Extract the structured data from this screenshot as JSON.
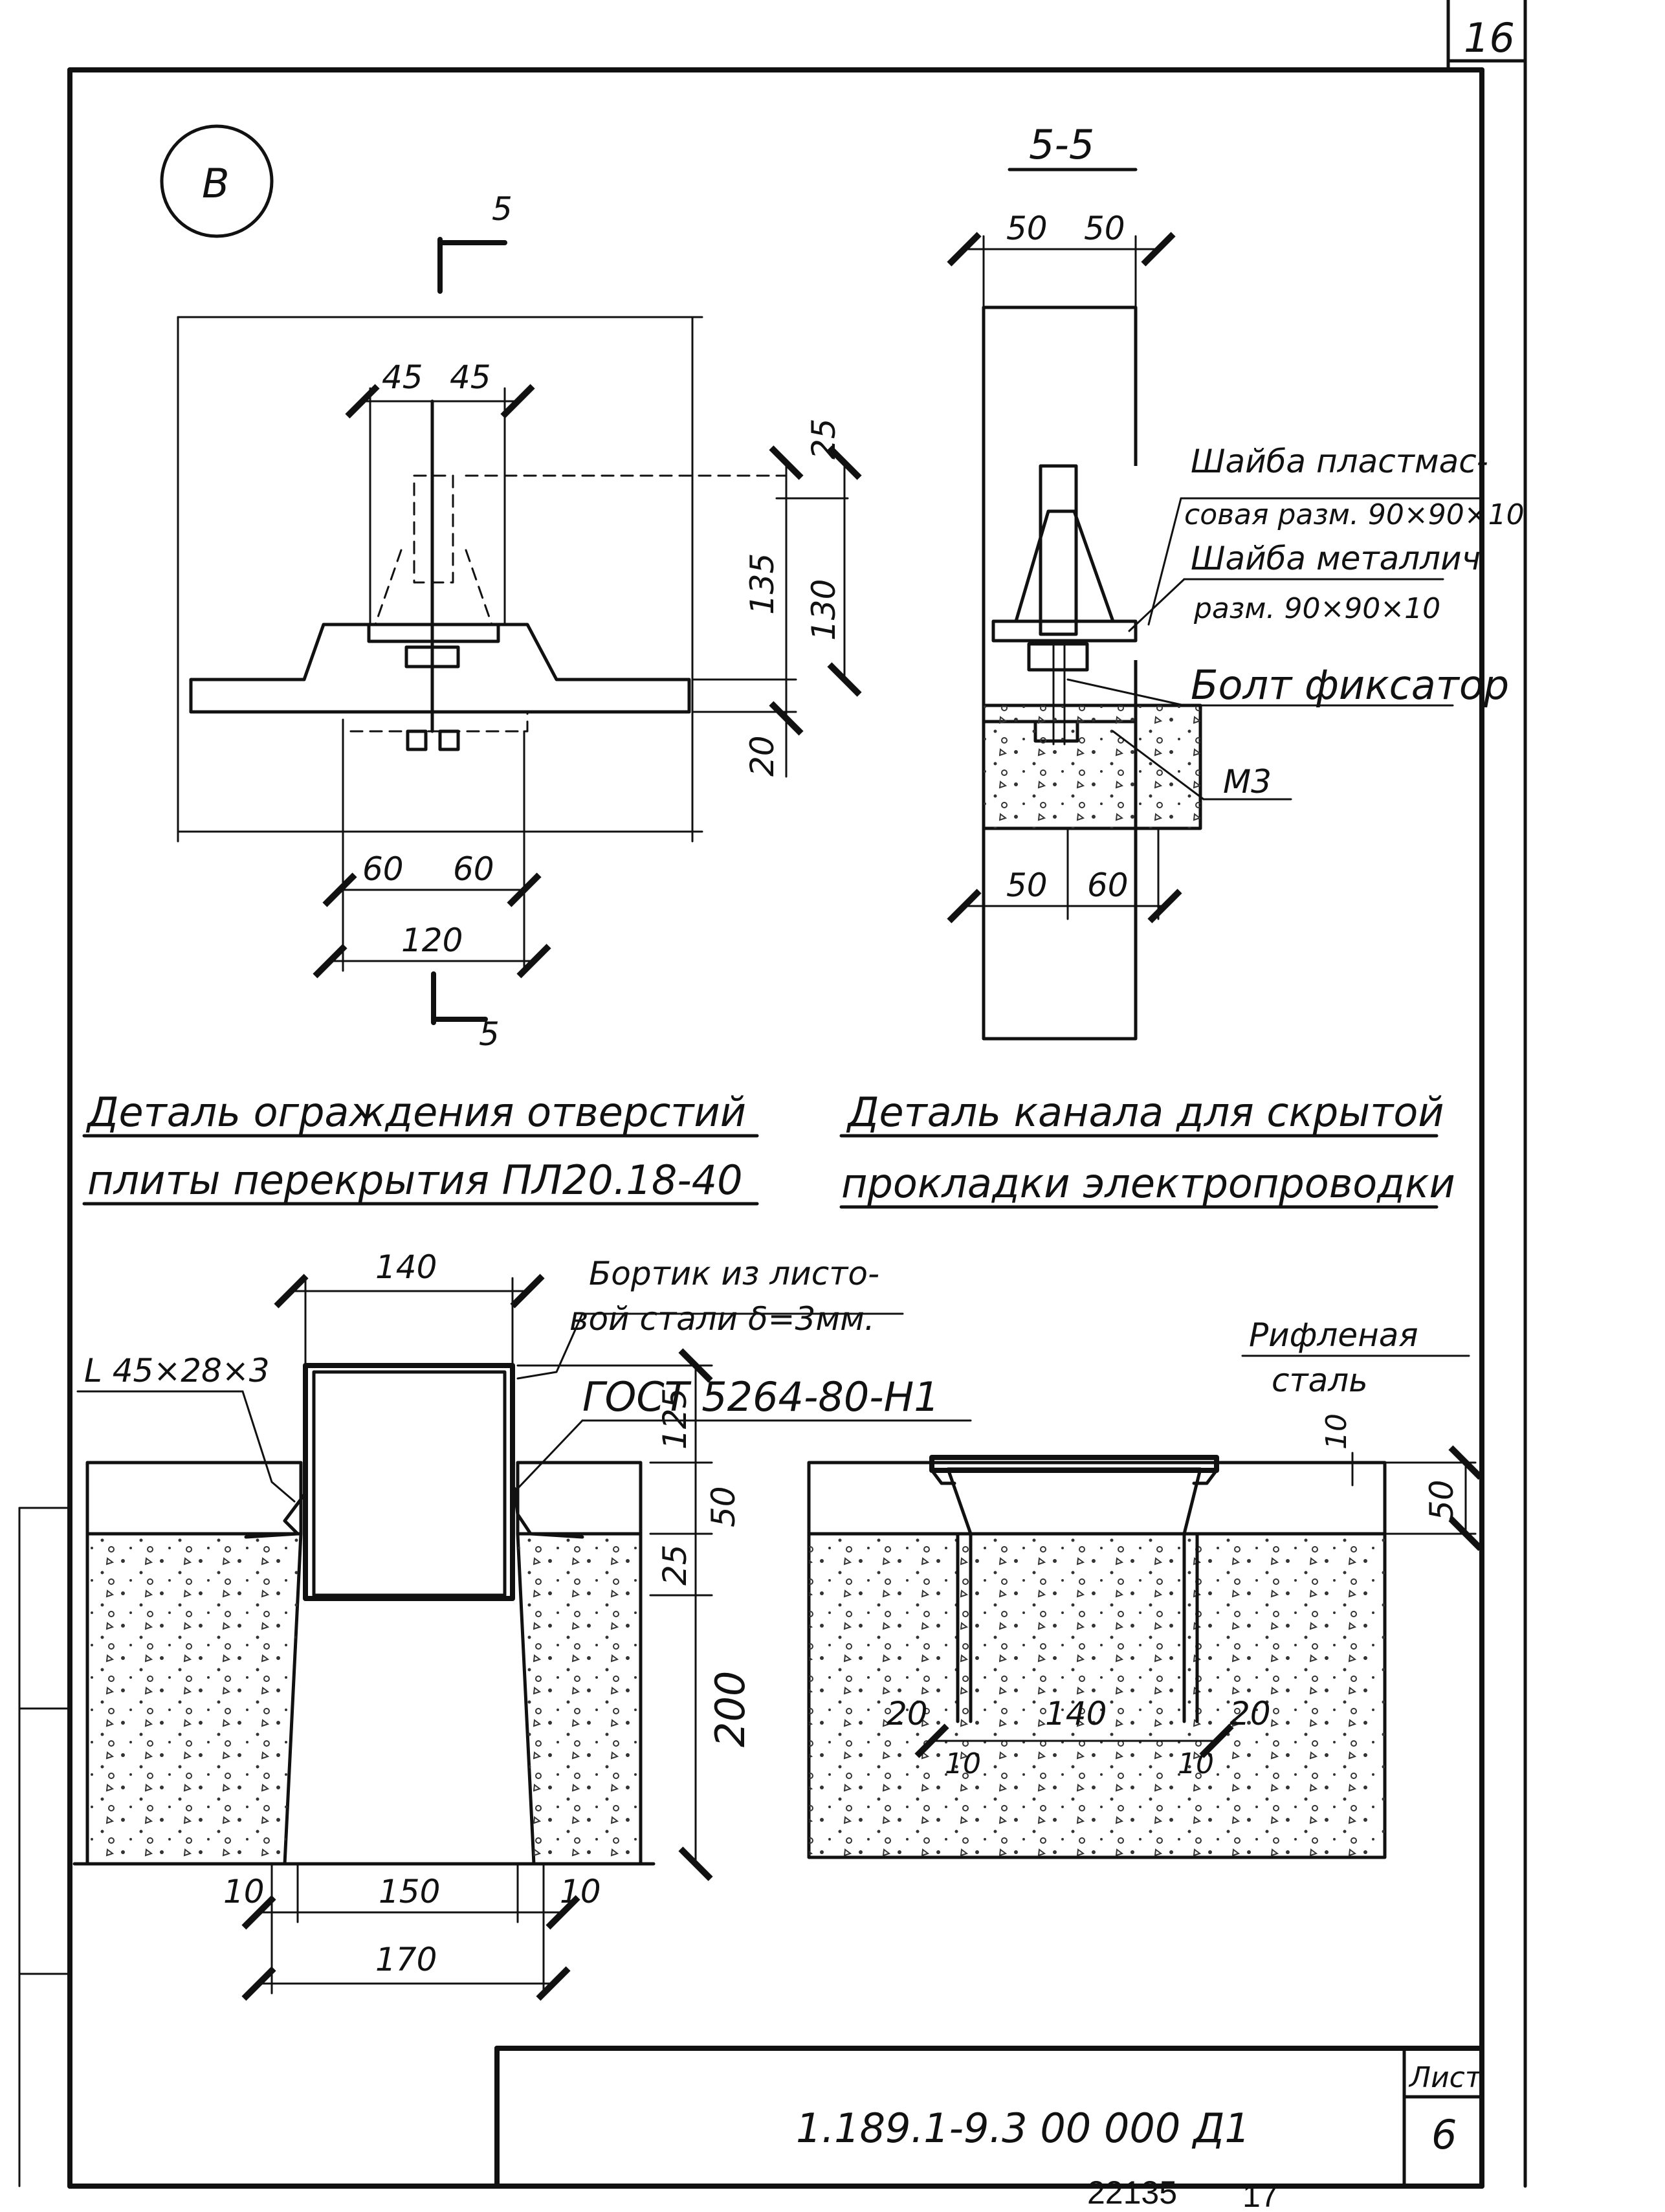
{
  "sheet": {
    "corner_number": "16",
    "bottom_left_number": "22135",
    "bottom_right_number": "17"
  },
  "title_block": {
    "designation": "1.189.1-9.3  00 000  Д1",
    "sheet_label": "Лист",
    "sheet_number": "6"
  },
  "detail_b": {
    "marker": "В",
    "section_mark_top": "5",
    "section_mark_bottom": "5",
    "dims": {
      "d45_left": "45",
      "d45_right": "45",
      "d25": "25",
      "d135": "135",
      "d130": "130",
      "d20": "20",
      "d60_left": "60",
      "d60_right": "60",
      "d120": "120"
    }
  },
  "section_55": {
    "title": "5-5",
    "dims": {
      "top_50_left": "50",
      "top_50_right": "50",
      "bottom_50": "50",
      "bottom_60": "60"
    },
    "callouts": {
      "plastic_washer_line1": "Шайба пластмас-",
      "plastic_washer_line2": "совая разм. 90×90×10",
      "metal_washer_line1": "Шайба металлич",
      "metal_washer_line2": "разм. 90×90×10",
      "bolt": "Болт фиксатор",
      "m3": "М3"
    }
  },
  "captions": {
    "left_line1": "Деталь ограждения отверстий",
    "left_line2": "плиты перекрытия ПЛ20.18-40",
    "right_line1": "Деталь канала для скрытой",
    "right_line2": "прокладки электропроводки"
  },
  "detail_opening": {
    "angle_label": "L 45×28×3",
    "rim_line1": "Бортик из листо-",
    "rim_line2": "вой стали δ=3мм.",
    "gost": "ГОСТ 5264-80-Н1",
    "dims": {
      "d140": "140",
      "d125": "125",
      "d50": "50",
      "d25": "25",
      "d200": "200",
      "d10_left": "10",
      "d150": "150",
      "d10_right": "10",
      "d170": "170"
    }
  },
  "detail_channel": {
    "label_line1": "Рифленая",
    "label_line2": "сталь",
    "dims": {
      "d10_top": "10",
      "d50": "50",
      "d20_left": "20",
      "d140": "140",
      "d20_right": "20",
      "d10_left": "10",
      "d10_right": "10"
    }
  }
}
